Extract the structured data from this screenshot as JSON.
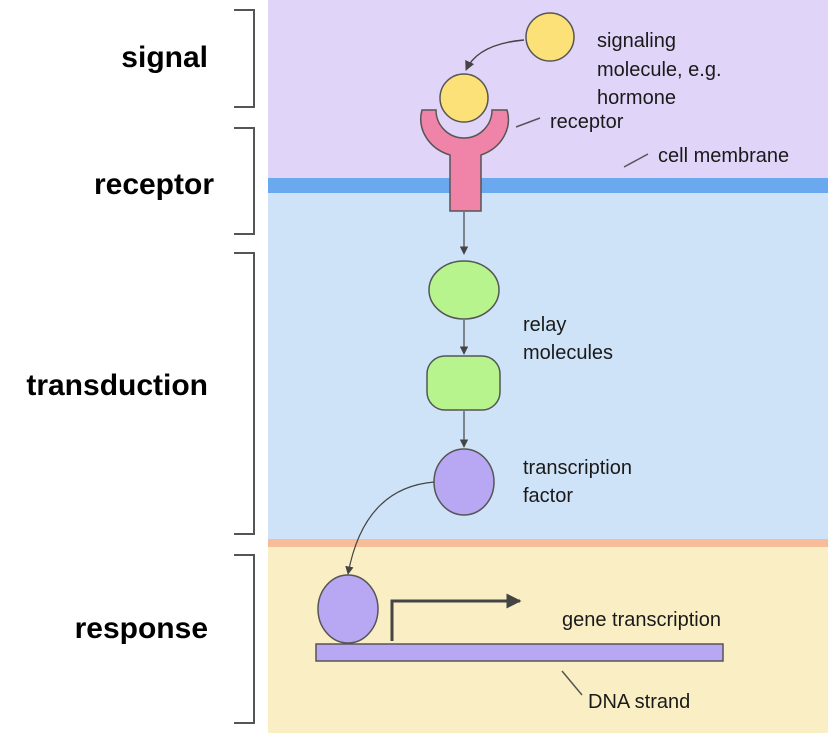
{
  "stages": {
    "signal": "signal",
    "receptor": "receptor",
    "transduction": "transduction",
    "response": "response"
  },
  "labels": {
    "signaling_molecule": [
      "signaling",
      "molecule, e.g.",
      "hormone"
    ],
    "receptor": "receptor",
    "cell_membrane": "cell membrane",
    "relay_molecules": [
      "relay",
      "molecules"
    ],
    "transcription_factor": [
      "transcription",
      "factor"
    ],
    "gene_transcription": "gene transcription",
    "dna_strand": "DNA strand"
  },
  "colors": {
    "extracellular": "#e0d5f8",
    "cytoplasm": "#cfe3f8",
    "nucleus": "#faefc4",
    "cell_membrane": "#6aa8f0",
    "nuclear_membrane": "#f7bd98",
    "signaling_molecule": "#fbe178",
    "receptor": "#f084a8",
    "relay_molecule": "#b8f48e",
    "transcription_factor": "#b8a8f4",
    "dna_strand": "#b8a8f4"
  }
}
